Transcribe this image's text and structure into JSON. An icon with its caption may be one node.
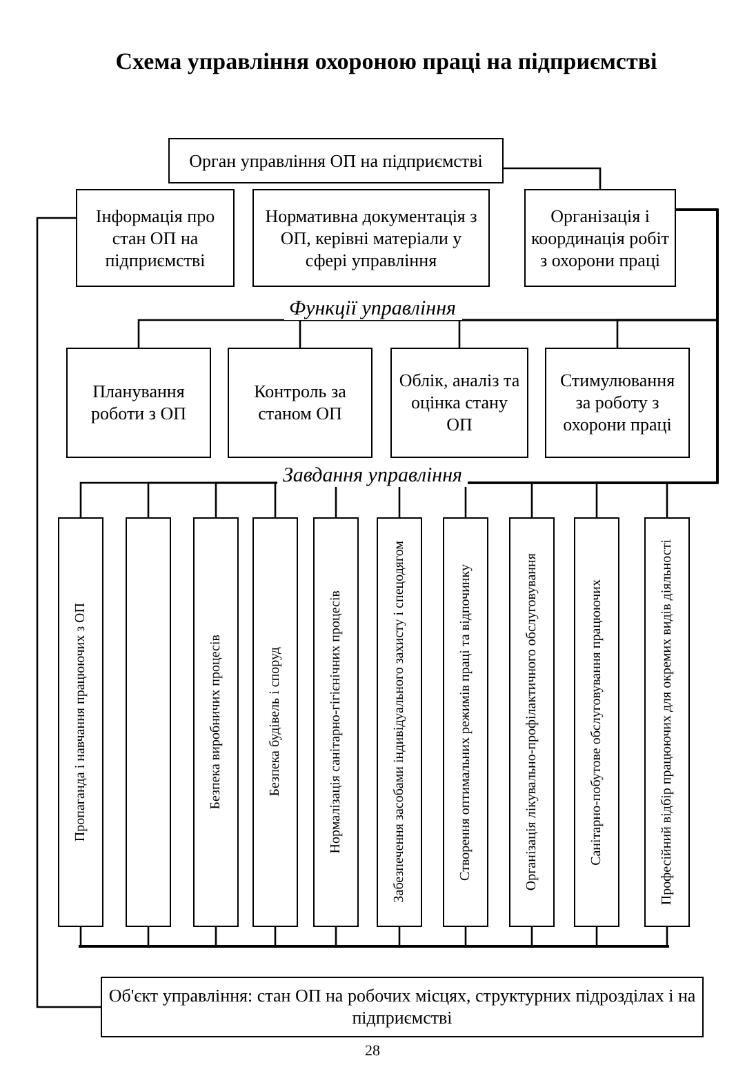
{
  "diagram": {
    "title": "Схема управління охороною праці на підприємстві",
    "nodes": [
      {
        "text": [
          "Орган управління ОП на підприємстві"
        ]
      },
      {
        "text": [
          "Інформація про стан ОП на підприємстві"
        ]
      },
      {
        "text": [
          "Нормативна документація з ОП, керівні матеріали у сфері управління"
        ]
      },
      {
        "text": [
          "Організація і координація робіт з охорони праці"
        ]
      },
      {
        "text": [
          "Планування роботи з ОП"
        ]
      },
      {
        "text": [
          "Контроль за станом ОП"
        ]
      },
      {
        "text": [
          "Облік, аналіз та оцінка стану ОП"
        ]
      },
      {
        "text": [
          "Стимулювання за роботу з охорони праці"
        ]
      },
      {
        "text": [
          "Пропаганда і навчання працюючих з ОП"
        ]
      },
      {
        "text": [],
        "shape": "box"
      },
      {
        "text": [
          "Безпека виробничих процесів"
        ]
      },
      {
        "text": [
          "Безпека будівель і споруд"
        ]
      },
      {
        "text": [
          "Нормалізація санітарно-гігієнічних процесів"
        ]
      },
      {
        "text": [
          "Забезпечення засобами індивідуального захисту і спецодягом"
        ]
      },
      {
        "text": [
          "Створення оптимальних режимів праці та відпочинку"
        ]
      },
      {
        "text": [
          "Організація лікувально-профілактичного обслуговування"
        ]
      },
      {
        "text": [
          "Санітарно-побутове обслуговування працюючих"
        ]
      },
      {
        "text": [
          "Професійний відбір працюючих для окремих видів діяльності"
        ]
      },
      {
        "text": [
          "Об'єкт управління: стан ОП на робочих місцях, структурних підрозділах і на підприємстві"
        ]
      },
      {
        "text": [],
        "shape": "bar"
      }
    ],
    "edges": [
      {
        "from": 0,
        "to": 3,
        "arrow": "none"
      },
      {
        "from": 1,
        "to": 18,
        "arrow": "none"
      },
      {
        "from": 3,
        "to": 4,
        "arrow": "none"
      },
      {
        "from": 3,
        "to": 5,
        "arrow": "none"
      },
      {
        "from": 3,
        "to": 6,
        "arrow": "none"
      },
      {
        "from": 3,
        "to": 7,
        "arrow": "none"
      },
      {
        "from": 3,
        "to": 8,
        "arrow": "none"
      },
      {
        "from": 3,
        "to": 9,
        "arrow": "none"
      },
      {
        "from": 3,
        "to": 10,
        "arrow": "none"
      },
      {
        "from": 3,
        "to": 11,
        "arrow": "none"
      },
      {
        "from": 3,
        "to": 12,
        "arrow": "none"
      },
      {
        "from": 3,
        "to": 13,
        "arrow": "none"
      },
      {
        "from": 3,
        "to": 14,
        "arrow": "none"
      },
      {
        "from": 3,
        "to": 15,
        "arrow": "none"
      },
      {
        "from": 3,
        "to": 16,
        "arrow": "none"
      },
      {
        "from": 3,
        "to": 17,
        "arrow": "none"
      },
      {
        "from": 8,
        "to": 19,
        "arrow": "none"
      },
      {
        "from": 9,
        "to": 19,
        "arrow": "none"
      },
      {
        "from": 10,
        "to": 19,
        "arrow": "none"
      },
      {
        "from": 11,
        "to": 19,
        "arrow": "none"
      },
      {
        "from": 12,
        "to": 19,
        "arrow": "none"
      },
      {
        "from": 13,
        "to": 19,
        "arrow": "none"
      },
      {
        "from": 14,
        "to": 19,
        "arrow": "none"
      },
      {
        "from": 15,
        "to": 19,
        "arrow": "none"
      },
      {
        "from": 16,
        "to": 19,
        "arrow": "none"
      },
      {
        "from": 17,
        "to": 19,
        "arrow": "none"
      }
    ],
    "labels": [
      "Функції управління",
      "Завдання управління",
      "28"
    ]
  }
}
